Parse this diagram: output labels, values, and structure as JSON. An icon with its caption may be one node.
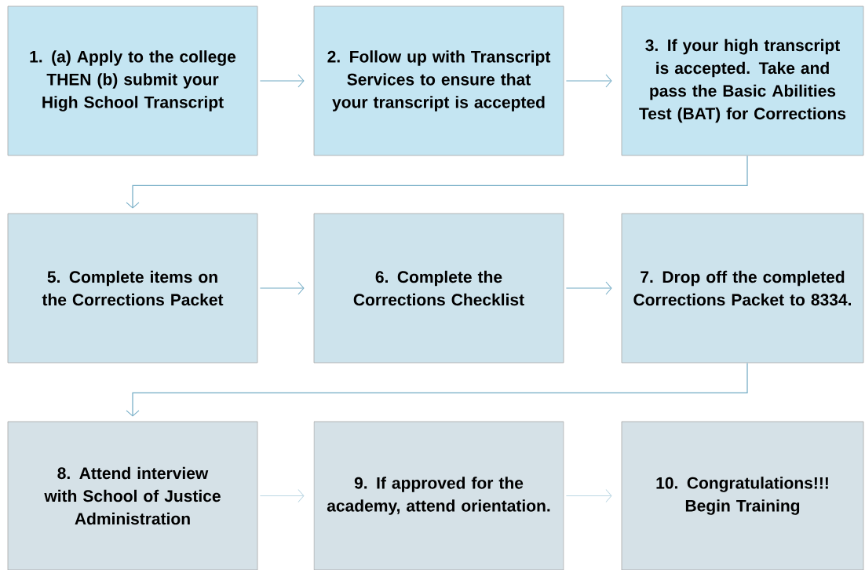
{
  "diagram": {
    "nodes": [
      {
        "text": [
          "1. (a) Apply to the college THEN (b) submit your High School Transcript"
        ]
      },
      {
        "text": [
          "2. Follow up with Transcript Services to ensure that your transcript is accepted"
        ]
      },
      {
        "text": [
          "3. If your high transcript is accepted. Take and pass the Basic Abilities Test (BAT) for Corrections"
        ]
      },
      {
        "text": [
          "5. Complete items on the Corrections Packet"
        ]
      },
      {
        "text": [
          "6. Complete the Corrections Checklist"
        ]
      },
      {
        "text": [
          "7. Drop off the completed Corrections Packet to 8334."
        ]
      },
      {
        "text": [
          "8. Attend interview with School of Justice Administration"
        ]
      },
      {
        "text": [
          "9. If approved for the academy, attend orientation."
        ]
      },
      {
        "text": [
          "10. Congratulations!!! Begin Training"
        ]
      }
    ],
    "edges": [
      {
        "from": 0,
        "to": 1,
        "arrow": "to"
      },
      {
        "from": 1,
        "to": 2,
        "arrow": "to"
      },
      {
        "from": 2,
        "to": 3,
        "arrow": "to"
      },
      {
        "from": 3,
        "to": 4,
        "arrow": "to"
      },
      {
        "from": 4,
        "to": 5,
        "arrow": "to"
      },
      {
        "from": 5,
        "to": 6,
        "arrow": "to"
      },
      {
        "from": 6,
        "to": 7,
        "arrow": "to",
        "color": "#bcd7e3"
      },
      {
        "from": 7,
        "to": 8,
        "arrow": "to",
        "color": "#bcd7e3"
      }
    ]
  }
}
